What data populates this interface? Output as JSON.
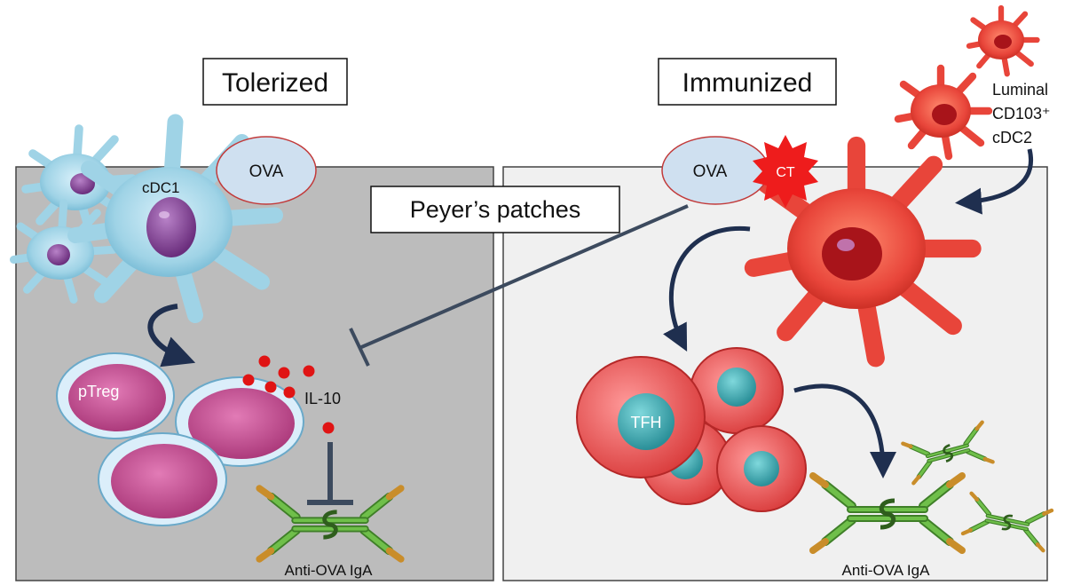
{
  "labels": {
    "tolerized": "Tolerized",
    "immunized": "Immunized",
    "peyers_patches": "Peyer’s patches",
    "ova_left": "OVA",
    "ova_right": "OVA",
    "ct": "CT",
    "cdc1": "cDC1",
    "ptreg": "pTreg",
    "il10": "IL-10",
    "tfh": "TFH",
    "luminal_line1": "Luminal",
    "luminal_line2": "CD103⁺",
    "luminal_line3": "cDC2",
    "anti_ova_left": "Anti-OVA IgA",
    "anti_ova_right": "Anti-OVA IgA"
  },
  "colors": {
    "left_panel": "#bcbcbc",
    "right_panel": "#f0f0f0",
    "arrow": "#1f2f4f",
    "inhibit_line": "#3c4a5e",
    "cdc1_cell": "#9fd3e6",
    "nucleus_purple": "#7d3f8f",
    "ptreg_cell": "#c2508f",
    "il10_dot": "#e01414",
    "cdc2_cell": "#e8453a",
    "tfh_cell": "#e85a5a",
    "tfh_nucleus": "#38a8b0",
    "antibody_green": "#5aa63c",
    "antibody_gold": "#d8a640",
    "ova_fill": "#cfe0f0",
    "ct_fill": "#ee1c1c"
  }
}
